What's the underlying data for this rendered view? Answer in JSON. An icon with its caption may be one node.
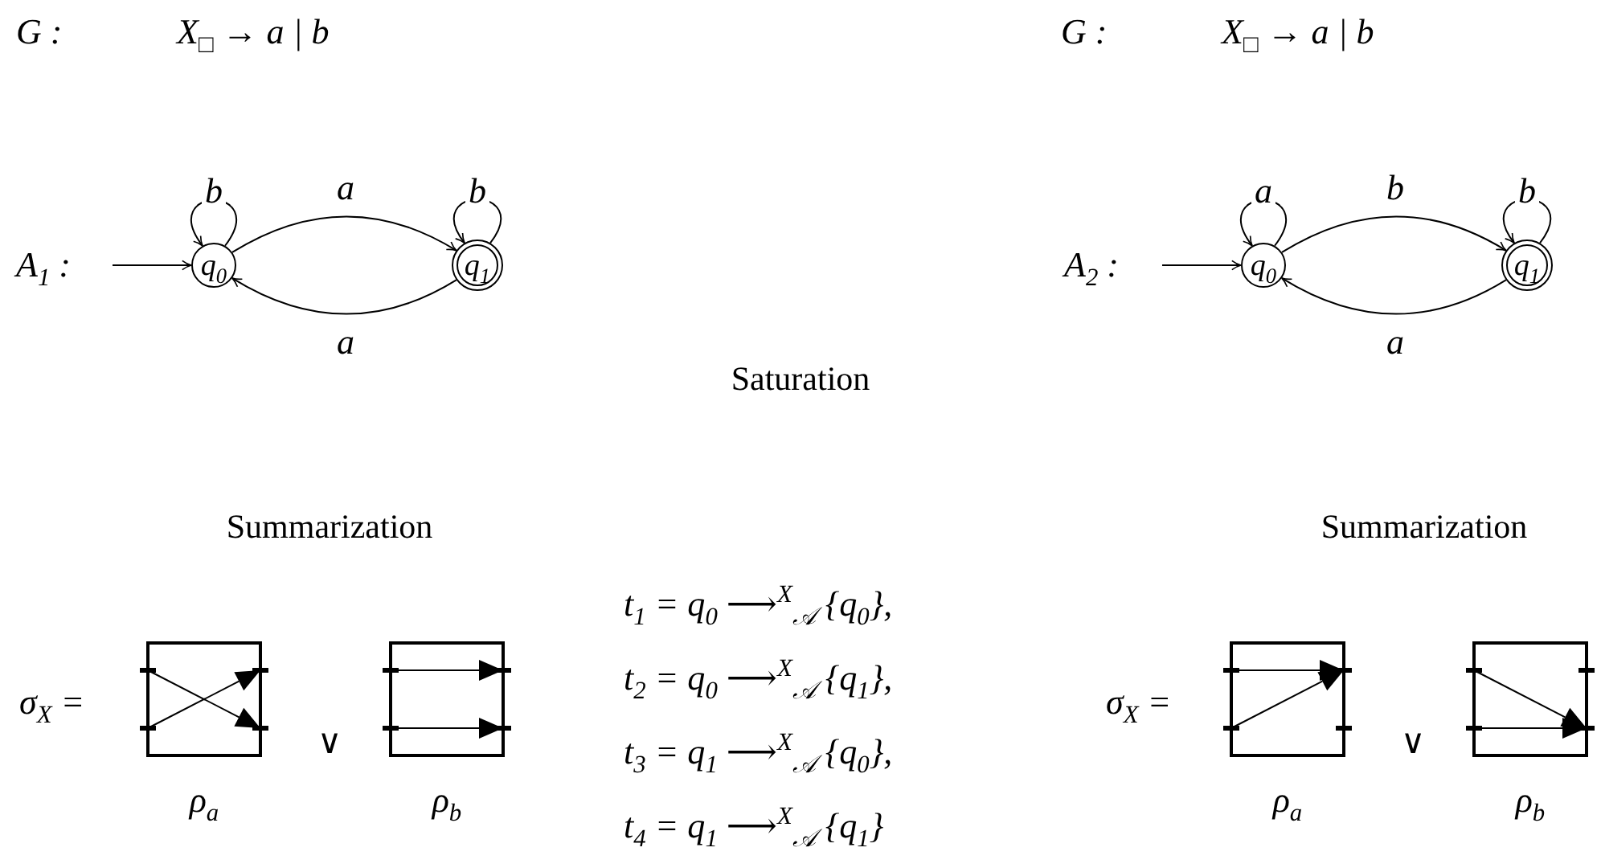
{
  "diagram": {
    "nodes": [
      {
        "text": [
          "q$_{0}$"
        ]
      },
      {
        "text": [
          "q$_{1}$"
        ]
      },
      {
        "text": [
          "q$_{0}$"
        ]
      },
      {
        "text": [
          "q$_{1}$"
        ]
      },
      {
        "text": [],
        "shape": "box",
        "beside": [
          "ρ$_{a}$"
        ]
      },
      {
        "text": [],
        "shape": "box",
        "beside": [
          "ρ$_{b}$"
        ]
      },
      {
        "text": [],
        "shape": "box",
        "beside": [
          "ρ$_{a}$"
        ]
      },
      {
        "text": [],
        "shape": "box",
        "beside": [
          "ρ$_{b}$"
        ]
      }
    ],
    "edges": [
      {
        "from": null,
        "to": 0,
        "arrow": "to"
      },
      {
        "from": 0,
        "to": 0,
        "arrow": "to",
        "label": "b"
      },
      {
        "from": 0,
        "to": 1,
        "arrow": "to",
        "label": "a"
      },
      {
        "from": 1,
        "to": 1,
        "arrow": "to",
        "label": "b"
      },
      {
        "from": 1,
        "to": 0,
        "arrow": "to",
        "label": "a"
      },
      {
        "from": null,
        "to": 2,
        "arrow": "to"
      },
      {
        "from": 2,
        "to": 2,
        "arrow": "to",
        "label": "a"
      },
      {
        "from": 2,
        "to": 3,
        "arrow": "to",
        "label": "b"
      },
      {
        "from": 3,
        "to": 3,
        "arrow": "to",
        "label": "b"
      },
      {
        "from": 3,
        "to": 2,
        "arrow": "to",
        "label": "a"
      }
    ],
    "labels": [
      "G :",
      "X$_{□}$ → a | b",
      "G :",
      "X$_{□}$ → a | b",
      "A$_{1}$ :",
      "A$_{2}$ :",
      "Saturation",
      "Summarization",
      "Summarization",
      "σ$_{X}$ =",
      "t$_{1}$ = q$_{0}$ ⟶$^{X}$$_{𝒜}$ {q$_{0}$},",
      "t$_{2}$ = q$_{0}$ ⟶$^{X}$$_{𝒜}$ {q$_{1}$},",
      "σ$_{X}$ =",
      "∨",
      "∨",
      "t$_{3}$ = q$_{1}$ ⟶$^{X}$$_{𝒜}$ {q$_{0}$},",
      "t$_{4}$ = q$_{1}$ ⟶$^{X}$$_{𝒜}$ {q$_{1}$}"
    ]
  }
}
